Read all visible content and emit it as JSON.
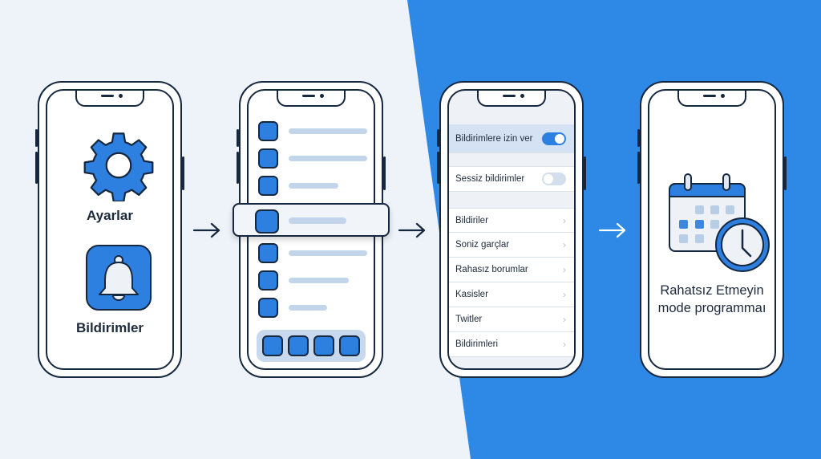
{
  "colors": {
    "background_light": "#eef3f9",
    "background_blue": "#2d88e6",
    "accent": "#2d7fe0",
    "outline": "#16283f",
    "placeholder_bar": "#c3d5ea",
    "active_row": "#d4e2f3"
  },
  "steps": [
    {
      "id": "step-1",
      "apps": [
        {
          "label": "Ayarlar",
          "icon": "gear-icon"
        },
        {
          "label": "Bildirimler",
          "icon": "bell-icon"
        }
      ]
    },
    {
      "id": "step-2",
      "list_rows": 7,
      "highlighted_row_index": 3,
      "dock_icons": 4
    },
    {
      "id": "step-3",
      "toggles": [
        {
          "label": "Bildirimlere izin ver",
          "state": "on",
          "highlighted": true
        },
        {
          "label": "Sessiz bildirimler",
          "state": "off",
          "highlighted": false
        }
      ],
      "menu_items": [
        {
          "label": "Bildiriler",
          "icon": "chevron-right-icon"
        },
        {
          "label": "Soniz garçlar",
          "icon": "chevron-right-icon"
        },
        {
          "label": "Rahasız borumlar",
          "icon": "chevron-right-icon"
        },
        {
          "label": "Kasisler",
          "icon": "chevron-right-icon"
        },
        {
          "label": "Twitler",
          "icon": "chevron-right-icon"
        },
        {
          "label": "Bildirimleri",
          "icon": "chevron-right-icon"
        }
      ]
    },
    {
      "id": "step-4",
      "icon": "calendar-clock-icon",
      "title_line1": "Rahatsız Etmeyin",
      "title_line2": "mode programmaı"
    }
  ],
  "arrows": [
    {
      "from": "step-1",
      "to": "step-2",
      "icon": "arrow-right-icon"
    },
    {
      "from": "step-2",
      "to": "step-3",
      "icon": "arrow-right-icon"
    },
    {
      "from": "step-3",
      "to": "step-4",
      "icon": "arrow-right-icon"
    }
  ],
  "chev": "›"
}
